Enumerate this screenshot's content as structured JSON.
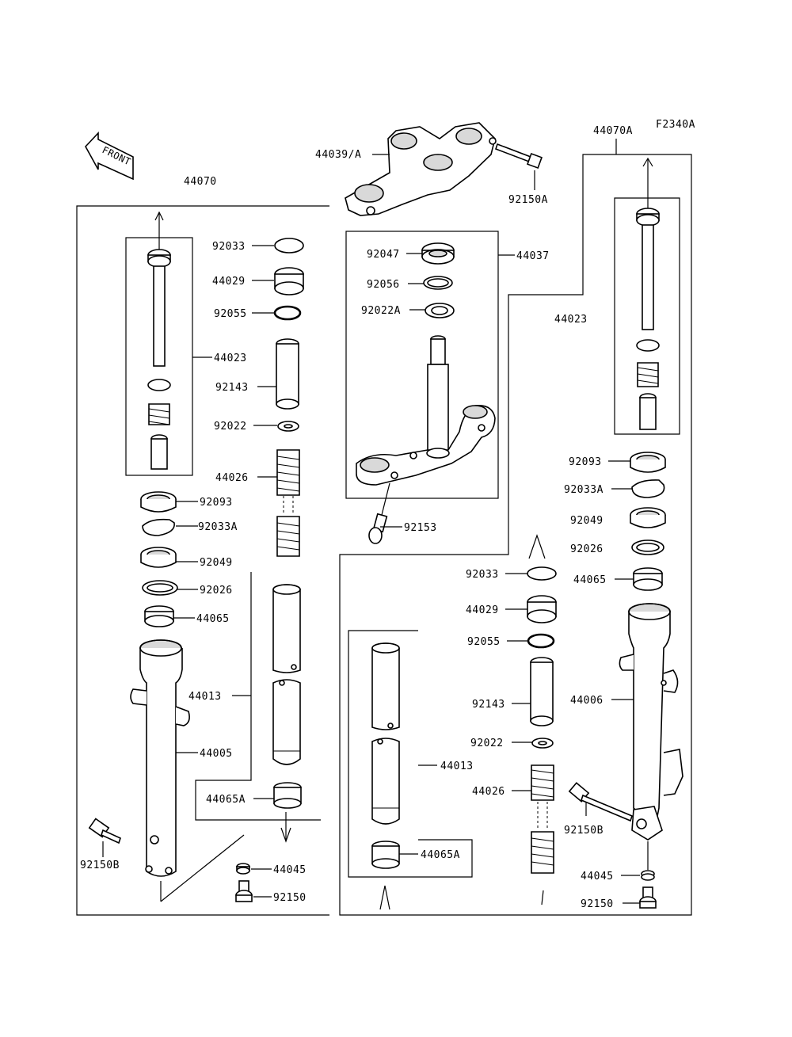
{
  "figure_code": "F2340A",
  "front_marker": "FRONT",
  "labels": {
    "l44070": "44070",
    "l44070A": "44070A",
    "l44039A": "44039/A",
    "l92150A": "92150A",
    "l44037": "44037",
    "l92047": "92047",
    "l92056": "92056",
    "l92022A": "92022A",
    "l92153": "92153",
    "L92033": "92033",
    "L44029": "44029",
    "L92055": "92055",
    "L44023": "44023",
    "L92143": "92143",
    "L92022": "92022",
    "L44026": "44026",
    "L92093": "92093",
    "L92033A": "92033A",
    "L92049": "92049",
    "L92026": "92026",
    "L44065": "44065",
    "L44013": "44013",
    "L44005": "44005",
    "L44065A": "44065A",
    "L92150B": "92150B",
    "L44045": "44045",
    "L92150": "92150",
    "R44023": "44023",
    "R92093": "92093",
    "R92033A": "92033A",
    "R92049": "92049",
    "R92026": "92026",
    "R44065": "44065",
    "R44006": "44006",
    "R92150B": "92150B",
    "R44045": "44045",
    "R92150": "92150",
    "C92033": "92033",
    "C44029": "44029",
    "C92055": "92055",
    "C92143": "92143",
    "C92022": "92022",
    "C44013": "44013",
    "C44026": "44026",
    "C44065A": "44065A"
  }
}
